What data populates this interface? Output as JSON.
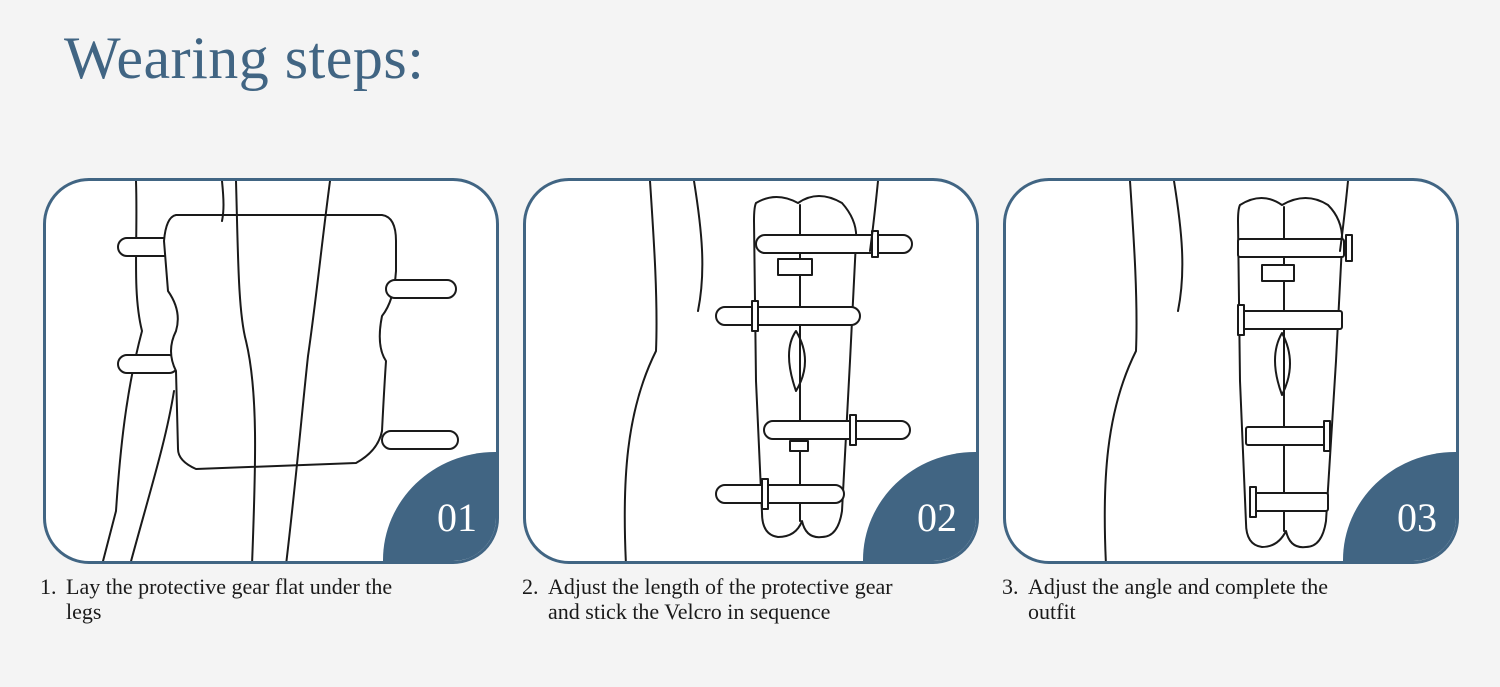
{
  "title": "Wearing steps:",
  "colors": {
    "accent": "#416583",
    "background": "#f4f4f4",
    "panel": "#ffffff",
    "line": "#1a1a1a"
  },
  "steps": [
    {
      "badge": "01",
      "number": "1.",
      "line1": "Lay the protective gear flat under the",
      "line2": "legs"
    },
    {
      "badge": "02",
      "number": "2.",
      "line1": "Adjust the length of the protective gear",
      "line2": "and stick the Velcro in sequence"
    },
    {
      "badge": "03",
      "number": "3.",
      "line1": "Adjust the angle and complete the",
      "line2": "outfit"
    }
  ]
}
